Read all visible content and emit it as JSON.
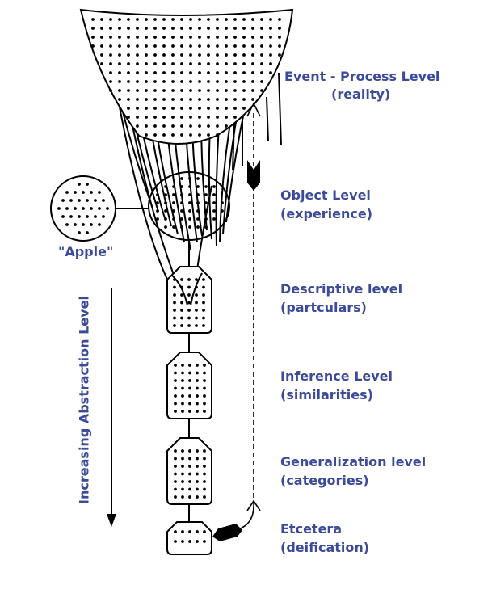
{
  "colors": {
    "label": "#3b4a9a",
    "ink": "#000000"
  },
  "levels": {
    "event": {
      "title": "Event - Process Level",
      "subtitle": "(reality)"
    },
    "object": {
      "title": "Object Level",
      "subtitle": "(experience)"
    },
    "descriptive": {
      "title": "Descriptive level",
      "subtitle": "(partculars)"
    },
    "inference": {
      "title": "Inference Level",
      "subtitle": "(similarities)"
    },
    "generalization": {
      "title": "Generalization level",
      "subtitle": "(categories)"
    },
    "etcetera": {
      "title": "Etcetera",
      "subtitle": "(deification)"
    }
  },
  "apple_label": "\"Apple\"",
  "axis_label": "Increasing Abstraction Level"
}
